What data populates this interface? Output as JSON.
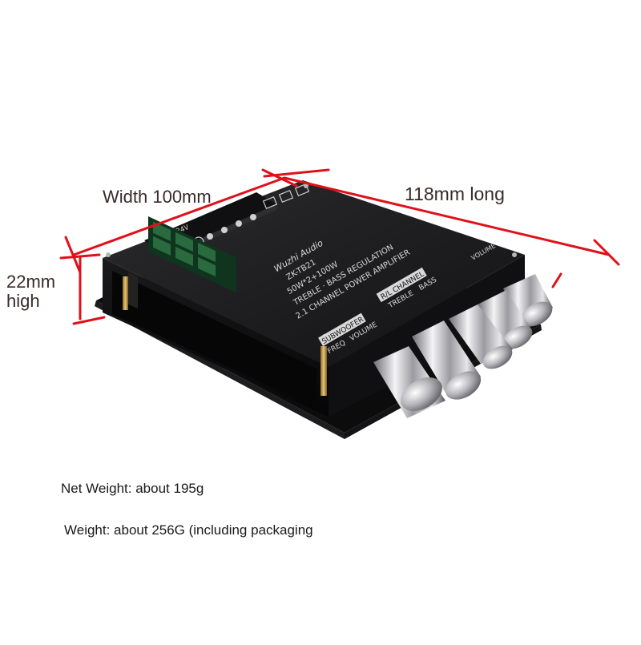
{
  "dimensions": {
    "width": "Width 100mm",
    "length": "118mm long",
    "height_line1": "22mm",
    "height_line2": "high"
  },
  "board": {
    "brand": "Wuzhi Audio",
    "model": "ZK-TB21",
    "power": "50W*2+100W",
    "line1": "TREBLE · BASS REGULATION",
    "line2": "2.1 CHANNEL POWER AMPLIFIER",
    "subwoofer_label": "SUBWOOFER",
    "freq_label": "FREQ",
    "volume_label": "VOLUME",
    "channel_label": "R/L CHANNEL",
    "treble_label": "TREBLE",
    "bass_label": "BASS",
    "rl_volume_label": "VOLUME",
    "voltage_label": "DC12-24V"
  },
  "captions": {
    "net_weight": "Net Weight: about 195g",
    "gross_weight": "Weight: about 256G (including packaging"
  },
  "colors": {
    "dimension_line": "#e0101a",
    "board_body": "#1c1c1e",
    "knob": "#c8c8cc"
  }
}
